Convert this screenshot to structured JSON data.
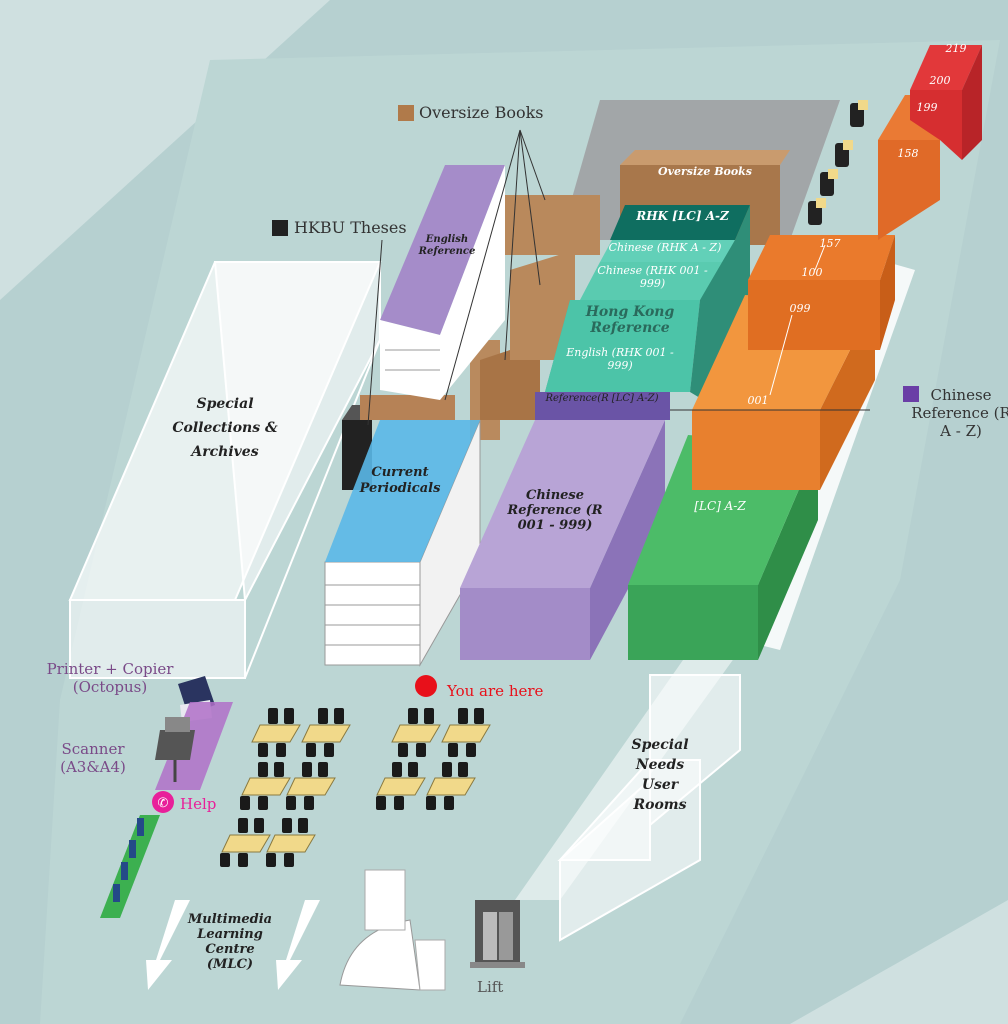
{
  "labels": {
    "oversize_books": "Oversize Books",
    "oversize_books_shelf": "Oversize Books",
    "hkbu_theses": "HKBU Theses",
    "english_reference_top": "English Reference",
    "rhk_lc": "RHK [LC] A-Z",
    "chinese_rhk_az": "Chinese (RHK A - Z)",
    "chinese_rhk_001": "Chinese (RHK 001 - 999)",
    "hk_reference": "Hong Kong Reference",
    "english_rhk_001": "English (RHK 001 - 999)",
    "reference_r_lc": "Reference(R [LC] A-Z)",
    "chinese_reference_r_az": "Chinese Reference (R A - Z)",
    "special_collections": "Special Collections & Archives",
    "current_periodicals": "Current Periodicals",
    "chinese_reference_r001": "Chinese Reference (R 001 - 999)",
    "lc_az": "[LC] A-Z",
    "printer_copier": "Printer + Copier (Octopus)",
    "scanner": "Scanner (A3&A4)",
    "help": "Help",
    "you_are_here": "You are here",
    "special_needs": "Special Needs User Rooms",
    "mlc": "Multimedia Learning Centre (MLC)",
    "lift": "Lift"
  },
  "ranges": {
    "r219": "219",
    "r200": "200",
    "r199": "199",
    "r158": "158",
    "r157": "157",
    "r100": "100",
    "r099": "099",
    "r001": "001"
  },
  "colors": {
    "background_floor": "#cfe0e0",
    "oversize": "#b07a4a",
    "teal": "#4cc0a4",
    "dark_teal": "#0b6a5c",
    "purple": "#8a72b8",
    "orange": "#ee8a3a",
    "red": "#e2383a",
    "green": "#3cb05a",
    "periodicals_blue": "#4fb4e8",
    "you_are_here_red": "#e8101a",
    "help_magenta": "#e8209a"
  }
}
